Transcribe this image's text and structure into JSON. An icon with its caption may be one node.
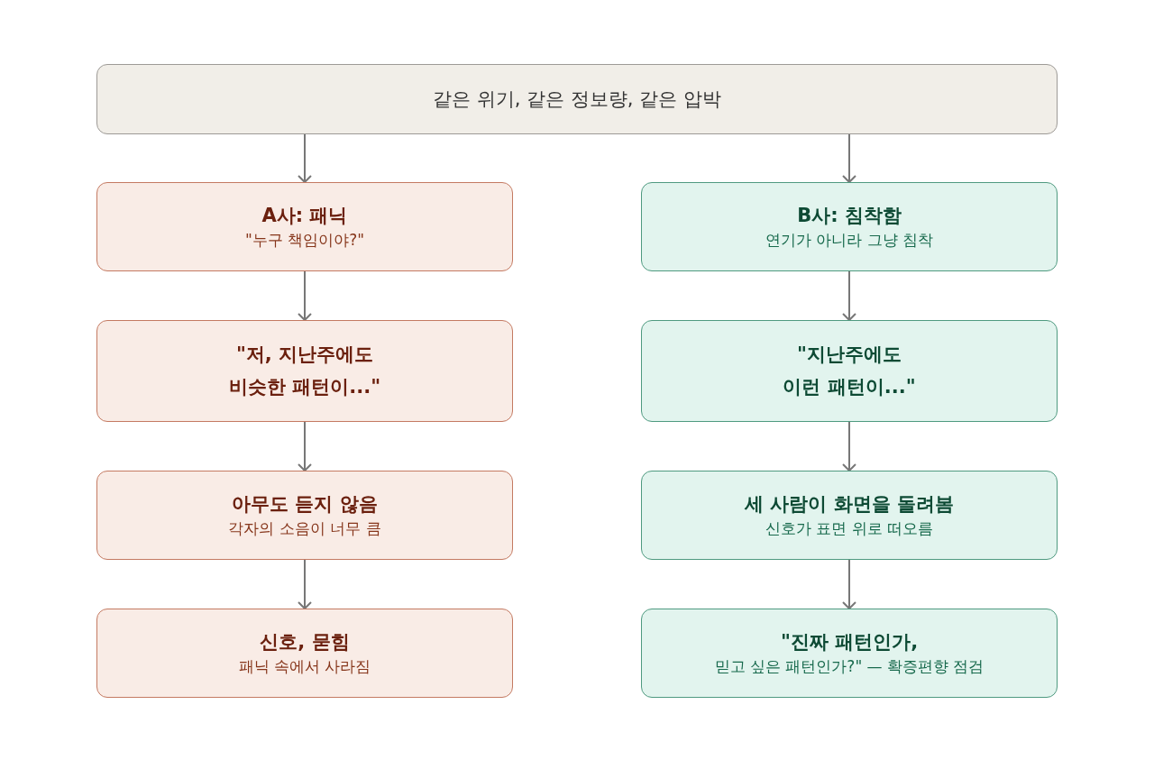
{
  "diagram": {
    "nodes": [
      {
        "text": [
          "같은 위기, 같은 정보량, 같은 압박"
        ]
      },
      {
        "text": [
          "A사: 패닉",
          "\"누구 책임이야?\""
        ]
      },
      {
        "text": [
          "B사: 침착함",
          "연기가 아니라 그냥 침착"
        ]
      },
      {
        "text": [
          "\"저, 지난주에도 비슷한 패턴이...\""
        ]
      },
      {
        "text": [
          "\"지난주에도 이런 패턴이...\""
        ]
      },
      {
        "text": [
          "아무도 듣지 않음",
          "각자의 소음이 너무 큼"
        ]
      },
      {
        "text": [
          "세 사람이 화면을 돌려봄",
          "신호가 표면 위로 떠오름"
        ]
      },
      {
        "text": [
          "신호, 묻힘",
          "패닉 속에서 사라짐"
        ]
      },
      {
        "text": [
          "\"진짜 패턴인가,",
          "믿고 싶은 패턴인가?\" — 확증편향 점검"
        ]
      }
    ],
    "edges": [
      {
        "from": 0,
        "to": 1,
        "arrow": "to"
      },
      {
        "from": 0,
        "to": 2,
        "arrow": "to"
      },
      {
        "from": 1,
        "to": 3,
        "arrow": "to"
      },
      {
        "from": 3,
        "to": 5,
        "arrow": "to"
      },
      {
        "from": 5,
        "to": 7,
        "arrow": "to"
      },
      {
        "from": 2,
        "to": 4,
        "arrow": "to"
      },
      {
        "from": 4,
        "to": 6,
        "arrow": "to"
      },
      {
        "from": 6,
        "to": 8,
        "arrow": "to"
      }
    ]
  }
}
